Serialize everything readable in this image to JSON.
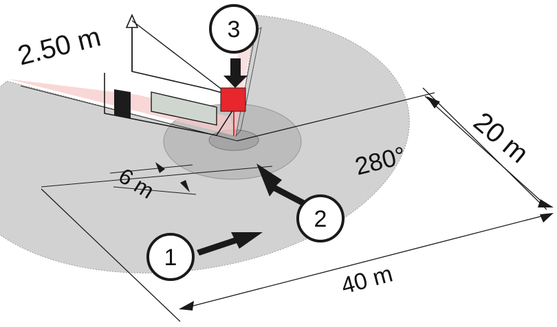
{
  "labels": {
    "height": "2.50 m",
    "radius_inner": "6 m",
    "angle": "280°",
    "depth": "20 m",
    "width": "40 m"
  },
  "markers": {
    "one": "1",
    "two": "2",
    "three": "3"
  },
  "colors": {
    "zone_outer": "#d2d2d2",
    "zone_inner": "#b9b9b9",
    "zone_center": "#a7a7a7",
    "sensor": "#e8262c",
    "beam": "#f7c9ca",
    "panel": "#cfd6cf"
  }
}
